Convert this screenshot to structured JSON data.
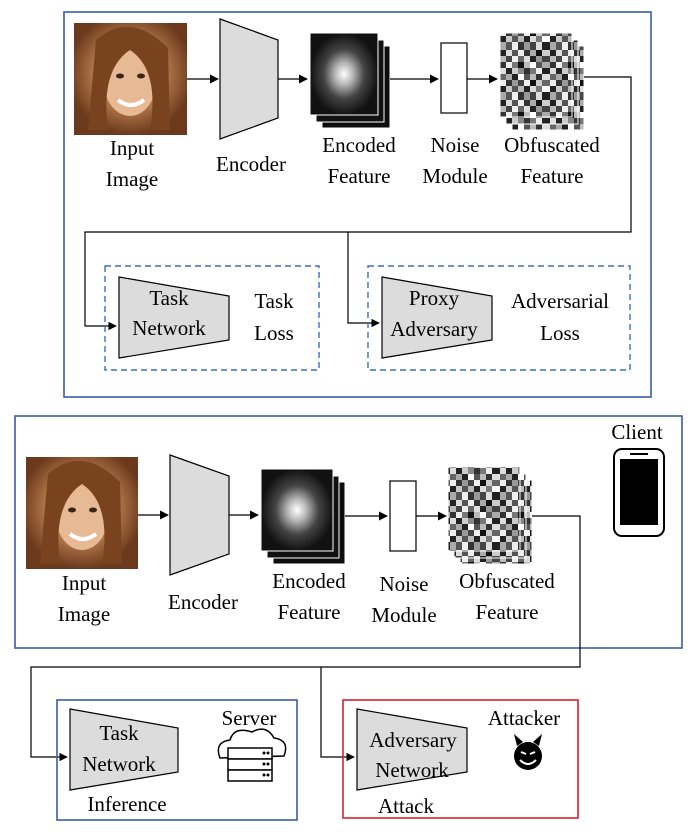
{
  "top_panel": {
    "input_label_1": "Input",
    "input_label_2": "Image",
    "encoder_label": "Encoder",
    "encoded_label_1": "Encoded",
    "encoded_label_2": "Feature",
    "noise_label_1": "Noise",
    "noise_label_2": "Module",
    "obf_label_1": "Obfuscated",
    "obf_label_2": "Feature",
    "task_net_1": "Task",
    "task_net_2": "Network",
    "task_loss_1": "Task",
    "task_loss_2": "Loss",
    "proxy_1": "Proxy",
    "proxy_2": "Adversary",
    "adv_loss_1": "Adversarial",
    "adv_loss_2": "Loss"
  },
  "bottom_panel": {
    "client_label": "Client",
    "input_label_1": "Input",
    "input_label_2": "Image",
    "encoder_label": "Encoder",
    "encoded_label_1": "Encoded",
    "encoded_label_2": "Feature",
    "noise_label_1": "Noise",
    "noise_label_2": "Module",
    "obf_label_1": "Obfuscated",
    "obf_label_2": "Feature",
    "server_label": "Server",
    "task_net_1": "Task",
    "task_net_2": "Network",
    "inference_label": "Inference",
    "attacker_label": "Attacker",
    "adv_net_1": "Adversary",
    "adv_net_2": "Network",
    "attack_label": "Attack"
  },
  "colors": {
    "panel_border": "#3a5ba8",
    "dashed_border": "#3a6fc4",
    "attack_border": "#d9232e",
    "block_fill": "#dcdcdc"
  },
  "icons": [
    "face-photo",
    "phone-icon",
    "cloud-server-icon",
    "devil-icon"
  ]
}
